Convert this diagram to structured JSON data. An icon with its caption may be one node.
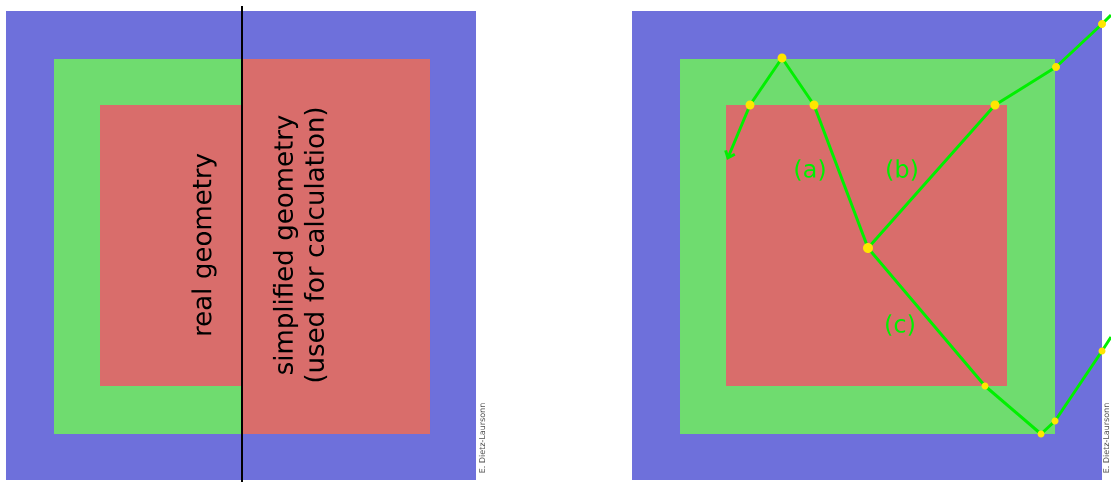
{
  "diagram": {
    "nodes": [
      {
        "text": [
          "real geometry"
        ]
      },
      {
        "text": [
          "simplified geometry (used for calculation)"
        ]
      }
    ],
    "labels": [
      "E. Dietz-Laursonn",
      "(a)",
      "(b)",
      "(c)",
      "E. Dietz-Laursonn"
    ]
  }
}
